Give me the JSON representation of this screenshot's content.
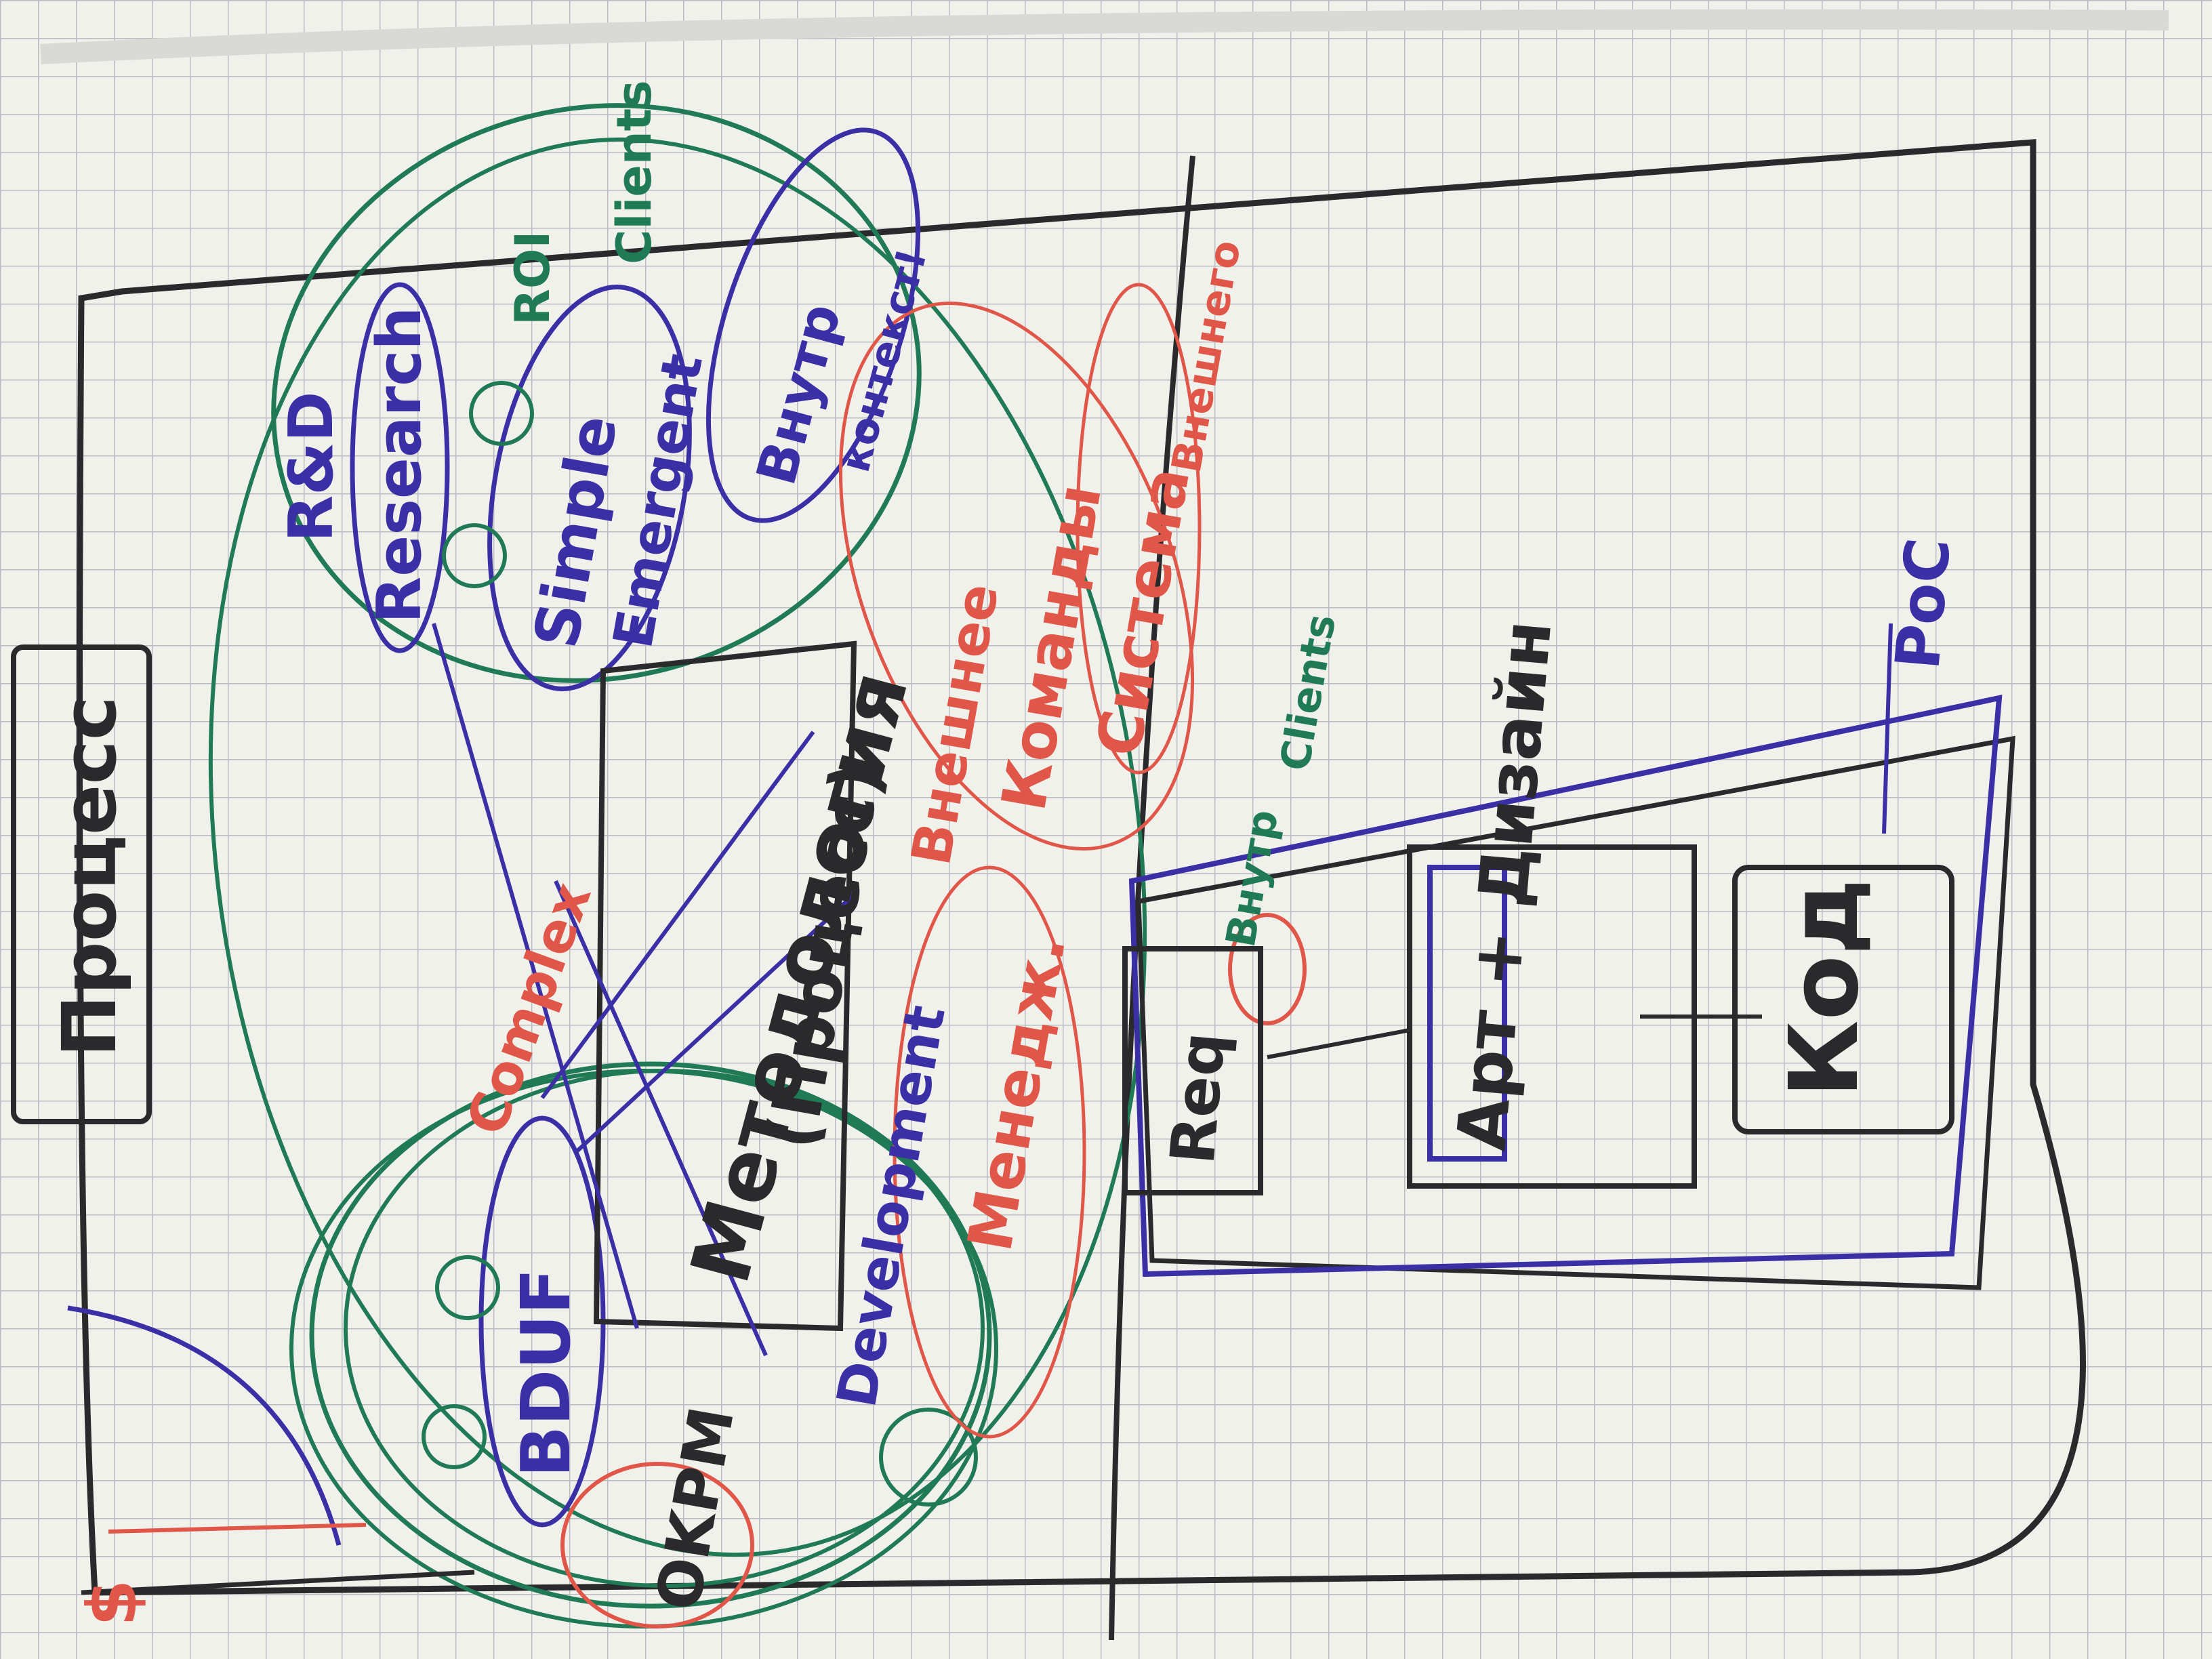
{
  "board": {
    "title": "Процесс",
    "rnd_label": "R&D",
    "research": "Research",
    "simple_emergent_1": "Simple",
    "simple_emergent_2": "Emergent",
    "vnutr_1": "Внутр",
    "vnutr_2": "контекст!",
    "roi": "ROI",
    "clients": "Clients",
    "methodology_1": "Методология",
    "methodology_2": "(Процесс)",
    "development": "Development",
    "bdut": "BDUF",
    "complex": "Complex",
    "okrm": "OKPM",
    "vneshnee": "Внешнее",
    "komandy": "Команды",
    "sistema": "Система",
    "vnesh_side": "Внешнего",
    "menedzh": "Менедж.",
    "req": "Req",
    "vnutr_client": "Внутр",
    "clients_lower": "Clients",
    "art_design": "Арт + Дизайн",
    "kod": "Код",
    "poc": "PoC",
    "dollar": "$"
  },
  "colors": {
    "paper": "#f1f1ec",
    "grid": "#b9bdc2",
    "black": "#2a2a2c",
    "blue": "#3b2fa6",
    "green": "#1f7a55",
    "red": "#e0574a"
  }
}
